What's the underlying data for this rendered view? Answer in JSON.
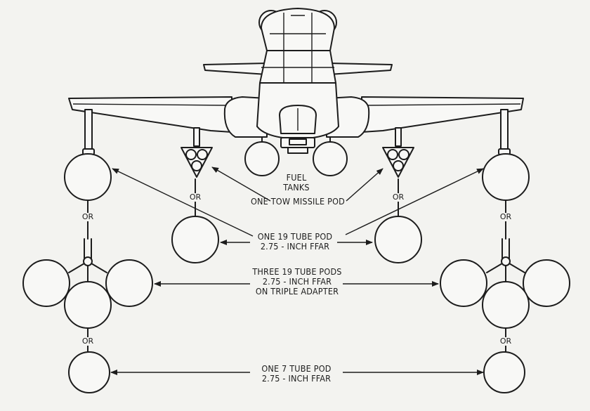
{
  "labels": {
    "fuel_tanks_line1": "FUEL",
    "fuel_tanks_line2": "TANKS",
    "tow_pod": "ONE TOW MISSILE POD",
    "pod19_line1": "ONE 19 TUBE POD",
    "pod19_line2": "2.75 - INCH FFAR",
    "triple_line1": "THREE 19 TUBE PODS",
    "triple_line2": "2.75 - INCH FFAR",
    "triple_line3": "ON TRIPLE ADAPTER",
    "pod7_line1": "ONE 7 TUBE POD",
    "pod7_line2": "2.75 - INCH FFAR"
  },
  "or_text": "OR"
}
